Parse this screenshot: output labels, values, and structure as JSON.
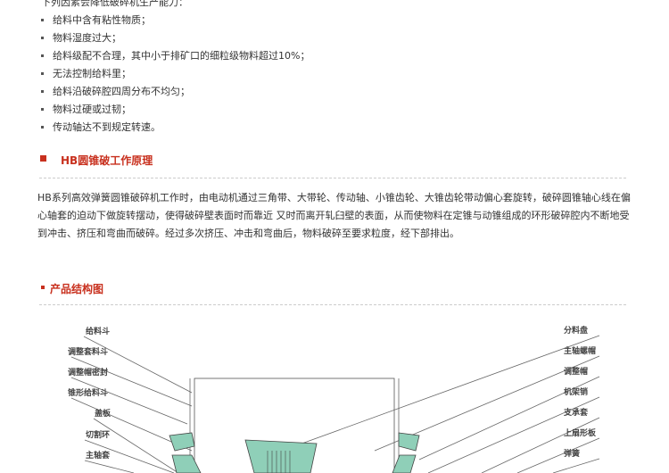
{
  "intro": "下列因素会降低破碎机生产能力：",
  "factors": [
    "给料中含有粘性物质；",
    "物料湿度过大；",
    "给料级配不合理，其中小于排矿口的细粒级物料超过10%；",
    "无法控制给料里；",
    "给料沿破碎腔四周分布不均匀；",
    "物料过硬或过韧；",
    "传动轴达不到规定转速。"
  ],
  "section1": {
    "title": "HB圆锥破工作原理",
    "body": "HB系列高效弹簧圆锥破碎机工作时，由电动机通过三角带、大带轮、传动轴、小锥齿轮、大锥齿轮带动偏心套旋转，破碎圆锥轴心线在偏心轴套的迫动下做旋转摆动，使得破碎壁表面时而靠近 又时而离开轧臼壁的表面，从而使物料在定锥与动锥组成的环形破碎腔内不断地受到冲击、挤压和弯曲而破碎。经过多次挤压、冲击和弯曲后，物料破碎至要求粒度，经下部排出。"
  },
  "section2": {
    "title": "产品结构图"
  },
  "diagram": {
    "left_labels": [
      "给料斗",
      "调整套料斗",
      "调整帽密封",
      "锥形给料斗",
      "盖板",
      "切割环",
      "主轴套"
    ],
    "right_labels": [
      "分料盘",
      "主轴螺帽",
      "调整帽",
      "机架销",
      "支承套",
      "上扇形板",
      "弹簧"
    ]
  },
  "colors": {
    "accent": "#c8301e",
    "part_fill": "#8fcfb8"
  }
}
